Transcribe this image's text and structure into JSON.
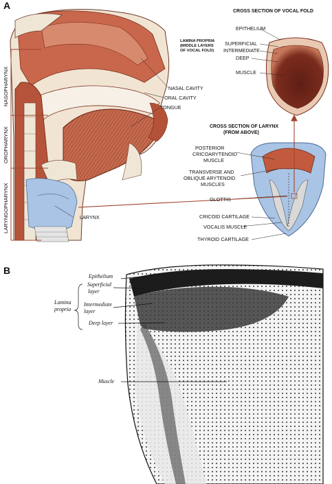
{
  "panel_a": {
    "letter": "A",
    "vocal_fold_title": "CROSS SECTION OF VOCAL FOLD",
    "larynx_title_line1": "CROSS SECTION OF LARYNX",
    "larynx_title_line2": "(FROM ABOVE)",
    "lamina_propria_line1": "LAMINA PROPRIA",
    "lamina_propria_line2": "(MIDDLE LAYERS",
    "lamina_propria_line3": "OF VOCAL FOLD)",
    "labels": {
      "epithelium": "EPITHELIUM",
      "superficial": "SUPERFICIAL",
      "intermediate": "INTERMEDIATE",
      "deep": "DEEP",
      "muscle": "MUSCLE",
      "nasal_cavity": "NASAL CAVITY",
      "oral_cavity": "ORAL CAVITY",
      "tongue": "TONGUE",
      "posterior_1": "POSTERIOR",
      "posterior_2": "CRICOARYTENOID",
      "posterior_3": "MUSCLE",
      "transverse_1": "TRANSVERSE AND",
      "transverse_2": "OBLIQUE ARYTENOID",
      "transverse_3": "MUSCLES",
      "glottis": "GLOTTIS",
      "larynx": "LARYNX",
      "cricoid": "CRICOID CARTILAGE",
      "vocalis": "VOCALIS MUSCLE",
      "thyroid": "THYROID CARTILAGE"
    },
    "vertical_labels": {
      "nasopharynx": "NASOPHARYNX",
      "oropharynx": "OROPHARYNX",
      "laryngopharynx": "LARYNGOPHARYNX"
    }
  },
  "panel_b": {
    "letter": "B",
    "labels": {
      "epithelium": "Epithelium",
      "superficial_1": "Superficial",
      "superficial_2": "layer",
      "lamina_1": "Lamina",
      "lamina_2": "propria",
      "intermediate_1": "Intermediate",
      "intermediate_2": "layer",
      "deep": "Deep layer",
      "muscle": "Muscle"
    }
  },
  "colors": {
    "tissue_red": "#b5543a",
    "tissue_dark": "#7a2a1c",
    "cartilage_blue": "#a9c4e4",
    "bone": "#efe6d6",
    "leader": "#a0452d"
  }
}
